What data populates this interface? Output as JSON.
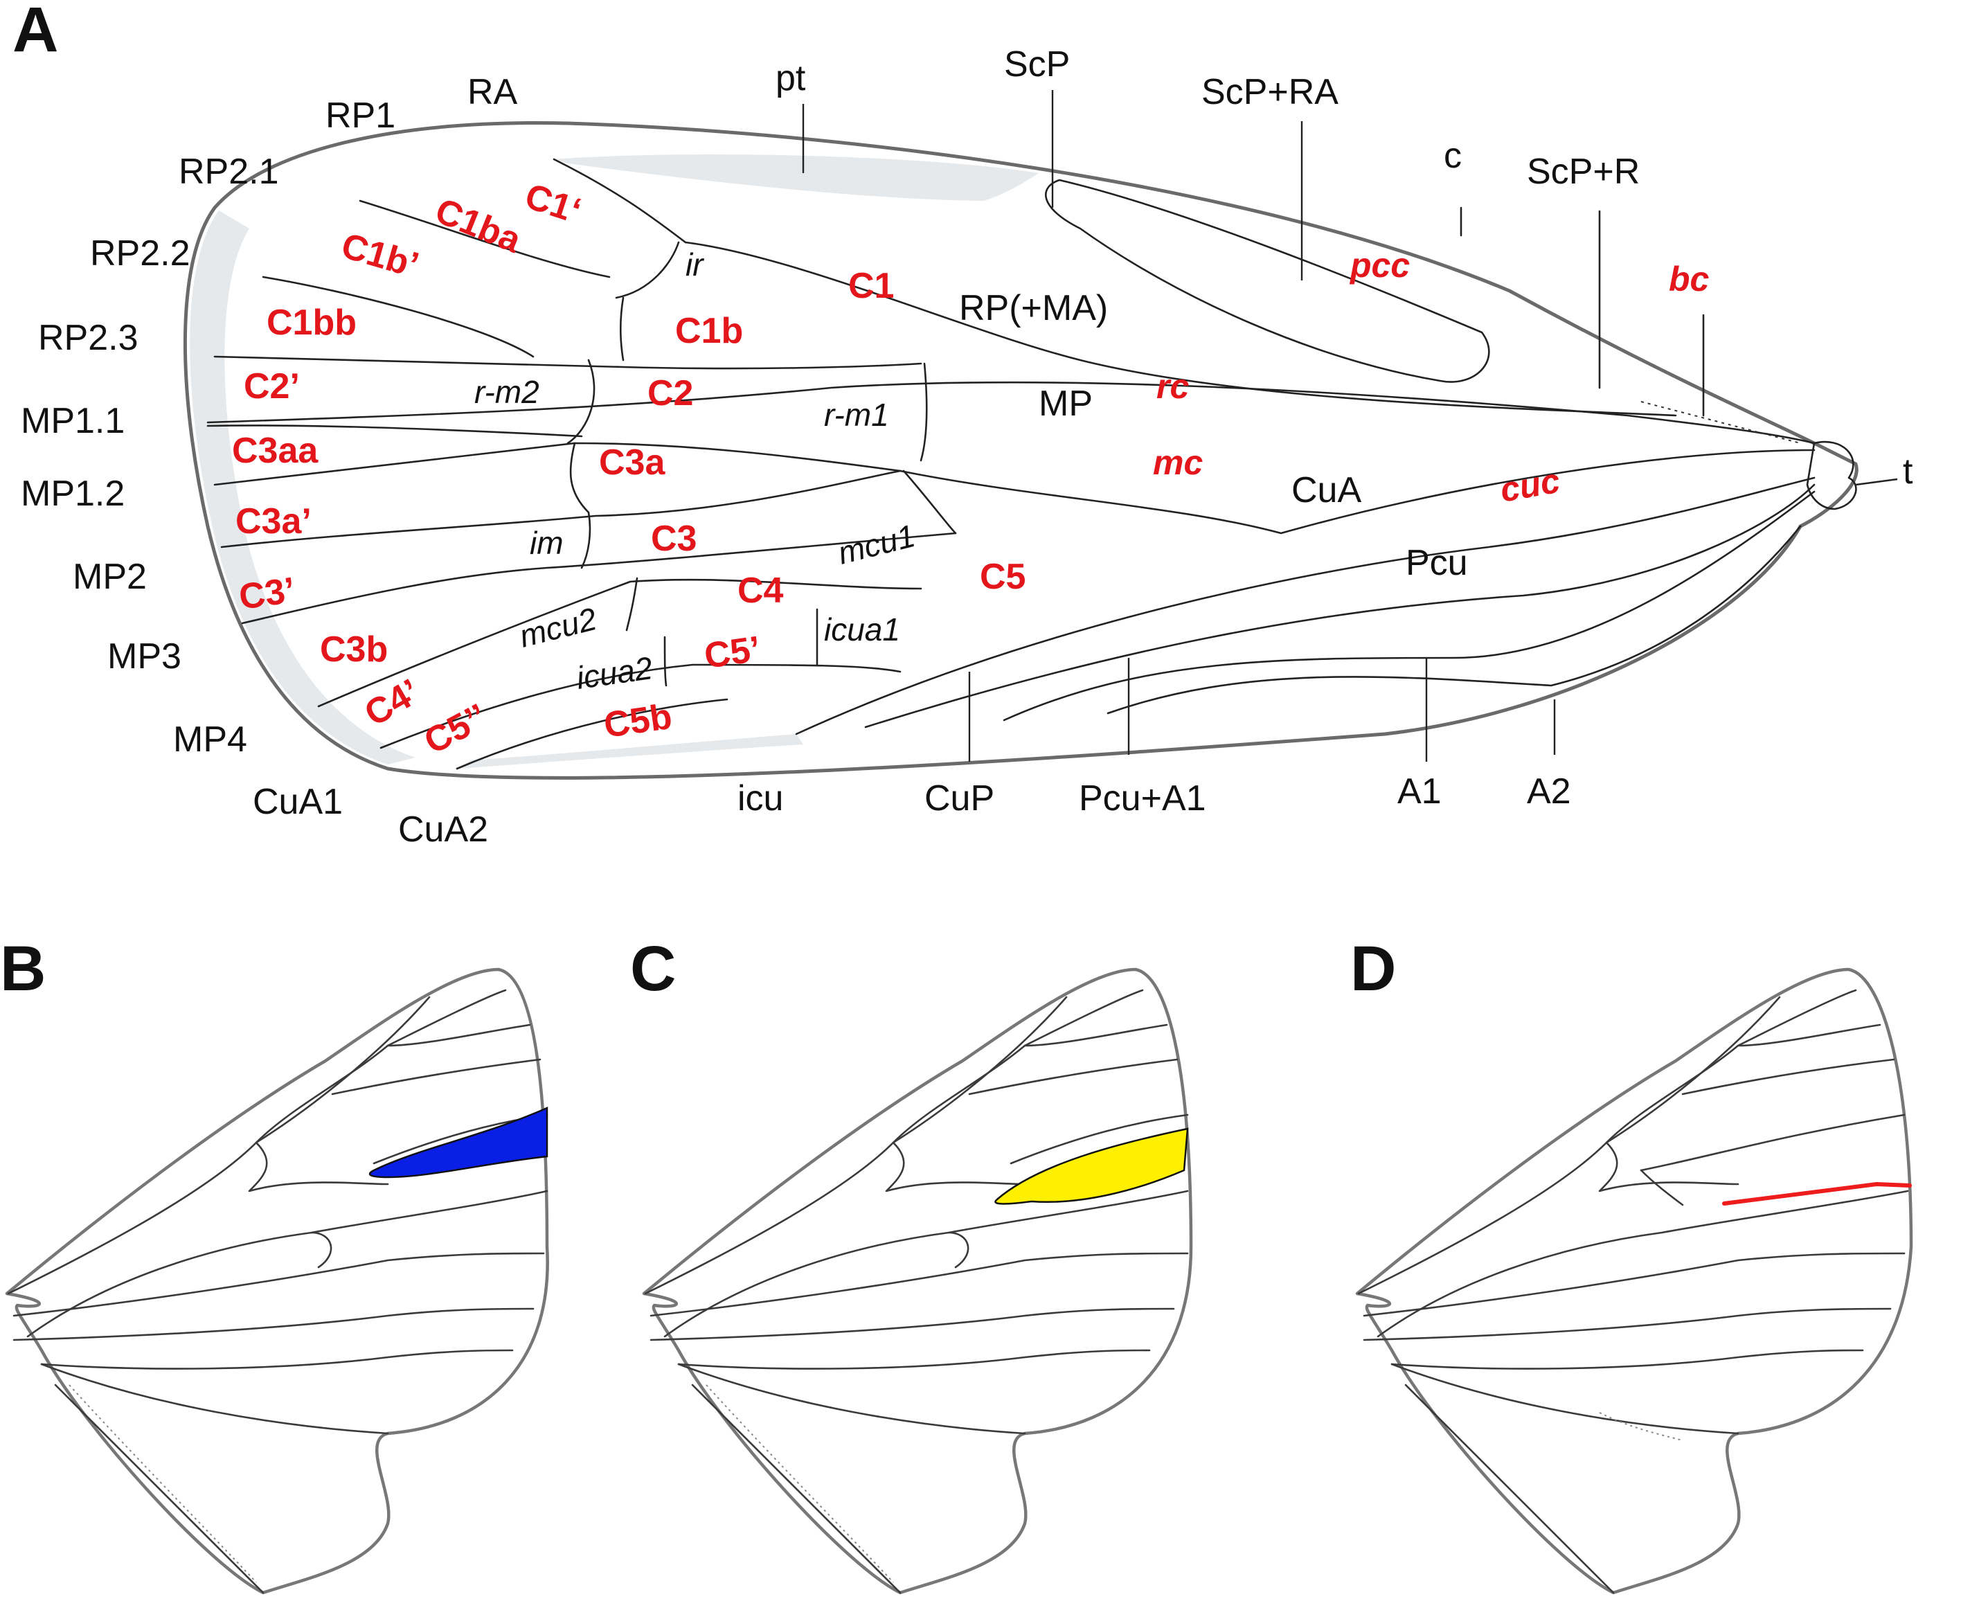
{
  "panels": {
    "a": "A",
    "b": "B",
    "c": "C",
    "d": "D"
  },
  "vein_labels": {
    "rp1": "RP1",
    "ra": "RA",
    "pt": "pt",
    "scp": "ScP",
    "scp_ra": "ScP+RA",
    "c": "c",
    "scp_r": "ScP+R",
    "rp2_1": "RP2.1",
    "rp2_2": "RP2.2",
    "rp2_3": "RP2.3",
    "mp1_1": "MP1.1",
    "mp1_2": "MP1.2",
    "mp2": "MP2",
    "mp3": "MP3",
    "mp4": "MP4",
    "cua1": "CuA1",
    "cua2": "CuA2",
    "icu": "icu",
    "cup": "CuP",
    "pcu_a1": "Pcu+A1",
    "a1": "A1",
    "a2": "A2",
    "t": "t",
    "rp_ma": "RP(+MA)",
    "mp": "MP",
    "cua": "CuA",
    "pcu": "Pcu"
  },
  "crossvein_labels": {
    "ir": "ir",
    "r_m2": "r-m2",
    "r_m1": "r-m1",
    "im": "im",
    "mcu1": "mcu1",
    "mcu2": "mcu2",
    "icua1": "icua1",
    "icua2": "icua2"
  },
  "cell_labels": {
    "c1_prime": "C1‘",
    "c1ba": "C1ba",
    "c1b_prime": "C1b’",
    "c1": "C1",
    "c1bb": "C1bb",
    "c1b": "C1b",
    "c2_prime": "C2’",
    "c2": "C2",
    "c3aa": "C3aa",
    "c3a": "C3a",
    "c3a_prime": "C3a’",
    "c3": "C3",
    "c3_prime": "C3’",
    "c4": "C4",
    "c5": "C5",
    "c3b": "C3b",
    "c5_prime": "C5’",
    "c4_prime": "C4’",
    "c5_dprime": "C5’’",
    "c5b": "C5b",
    "pcc": "pcc",
    "bc": "bc",
    "rc": "rc",
    "mc": "mc",
    "cuc": "cuc"
  },
  "highlight_colors": {
    "panel_b_cell": "#0a1fe6",
    "panel_c_cell": "#ffef00",
    "panel_d_vein": "#ee1c1c",
    "cell_label": "#e3161c",
    "wing_margin_shade": "#e5e9ec"
  }
}
